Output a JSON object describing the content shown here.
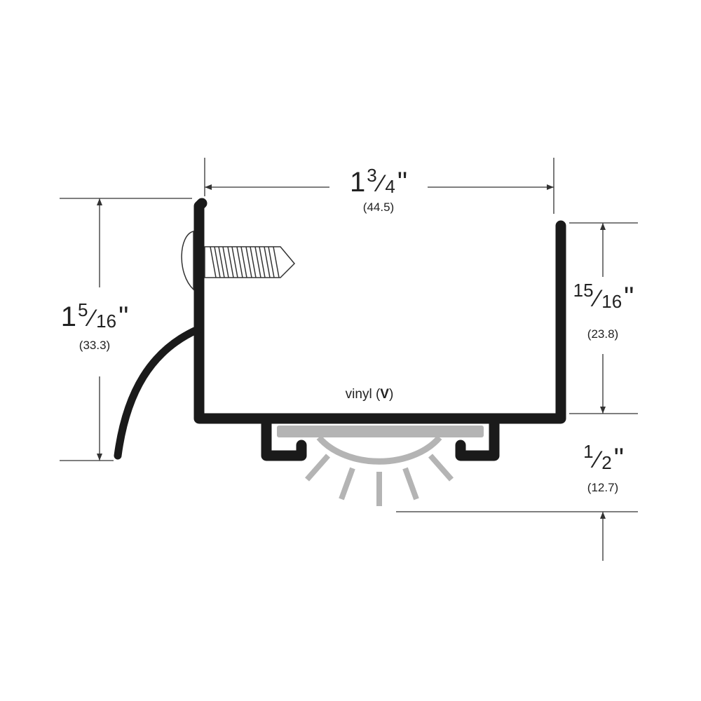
{
  "dimensions": {
    "width": {
      "whole": "1",
      "num": "3",
      "den": "4",
      "unit": "\"",
      "metric": "(44.5)"
    },
    "overall_height": {
      "whole": "1",
      "num": "5",
      "den": "16",
      "unit": "\"",
      "metric": "(33.3)"
    },
    "wall_height": {
      "whole": "",
      "num": "15",
      "den": "16",
      "unit": "\"",
      "metric": "(23.8)"
    },
    "sweep_depth": {
      "whole": "",
      "num": "1",
      "den": "2",
      "unit": "\"",
      "metric": "(12.7)"
    }
  },
  "material_label": {
    "prefix": "vinyl (",
    "code": "V",
    "suffix": ")"
  },
  "colors": {
    "profile": "#1a1a1a",
    "vinyl": "#b4b4b4",
    "dim_line": "#333333"
  }
}
